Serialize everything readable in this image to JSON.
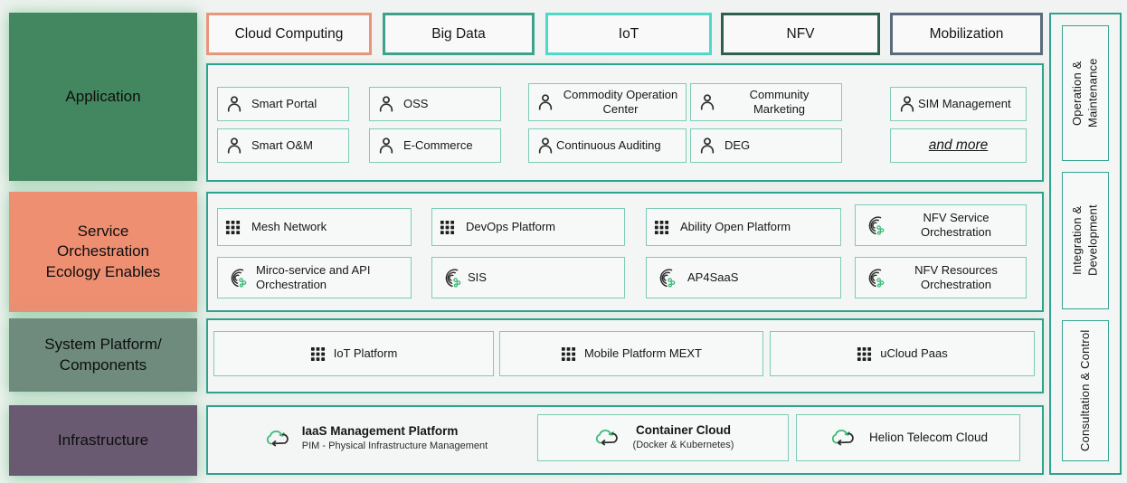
{
  "colors": {
    "teal_border": "#2fa28d",
    "light_teal_border": "#7ecbb8",
    "application_green": "#438760",
    "soe_salmon": "#ee8f72",
    "system_gray_green": "#6e8b7d",
    "infrastructure_purple": "#695a72",
    "tab_cloud_computing": "#e9957a",
    "tab_big_data": "#3da18b",
    "tab_iot": "#4fd9c9",
    "tab_nfv": "#2e5f51",
    "tab_mobilization": "#5b6b7b",
    "icon_green": "#3cb878",
    "icon_dark": "#2e2e2e"
  },
  "left_column": {
    "application": "Application",
    "service_orchestration": "Service Orchestration Ecology Enables",
    "system_platform": "System Platform/ Components",
    "infrastructure": "Infrastructure"
  },
  "top_tabs": [
    {
      "label": "Cloud Computing"
    },
    {
      "label": "Big Data"
    },
    {
      "label": "IoT"
    },
    {
      "label": "NFV"
    },
    {
      "label": "Mobilization"
    }
  ],
  "application_section": {
    "rows": [
      [
        {
          "label": "Smart Portal",
          "icon": "person"
        },
        {
          "label": "OSS",
          "icon": "person"
        },
        {
          "label": "Commodity Operation Center",
          "icon": "person"
        },
        {
          "label": "Community Marketing",
          "icon": "person"
        },
        {
          "label": "SIM Management",
          "icon": "person"
        }
      ],
      [
        {
          "label": "Smart O&M",
          "icon": "person"
        },
        {
          "label": "E-Commerce",
          "icon": "person"
        },
        {
          "label": "Continuous Auditing",
          "icon": "person"
        },
        {
          "label": "DEG",
          "icon": "person"
        },
        {
          "label": "and more",
          "icon": "none"
        }
      ]
    ]
  },
  "service_section": {
    "rows": [
      [
        {
          "label": "Mesh Network",
          "icon": "grid"
        },
        {
          "label": "DevOps Platform",
          "icon": "grid"
        },
        {
          "label": "Ability Open Platform",
          "icon": "grid"
        },
        {
          "label": "NFV Service Orchestration",
          "icon": "swirl"
        }
      ],
      [
        {
          "label": "Mirco-service and API Orchestration",
          "icon": "swirl"
        },
        {
          "label": "SIS",
          "icon": "swirl"
        },
        {
          "label": "AP4SaaS",
          "icon": "swirl"
        },
        {
          "label": "NFV Resources Orchestration",
          "icon": "swirl"
        }
      ]
    ]
  },
  "system_section": {
    "items": [
      {
        "label": "IoT Platform",
        "icon": "grid"
      },
      {
        "label": "Mobile Platform MEXT",
        "icon": "grid"
      },
      {
        "label": "uCloud Paas",
        "icon": "grid"
      }
    ]
  },
  "infrastructure_section": {
    "items": [
      {
        "title": "IaaS Management Platform",
        "subtitle": "PIM - Physical Infrastructure Management",
        "icon": "cloud-refresh"
      },
      {
        "title": "Container Cloud",
        "subtitle": "(Docker & Kubernetes)",
        "icon": "cloud-refresh"
      },
      {
        "title": "Helion Telecom Cloud",
        "subtitle": "",
        "icon": "cloud-refresh"
      }
    ]
  },
  "right_column": {
    "items": [
      {
        "label": "Operation & Maintenance"
      },
      {
        "label": "Integration & Development"
      },
      {
        "label": "Consultation & Control"
      }
    ]
  }
}
